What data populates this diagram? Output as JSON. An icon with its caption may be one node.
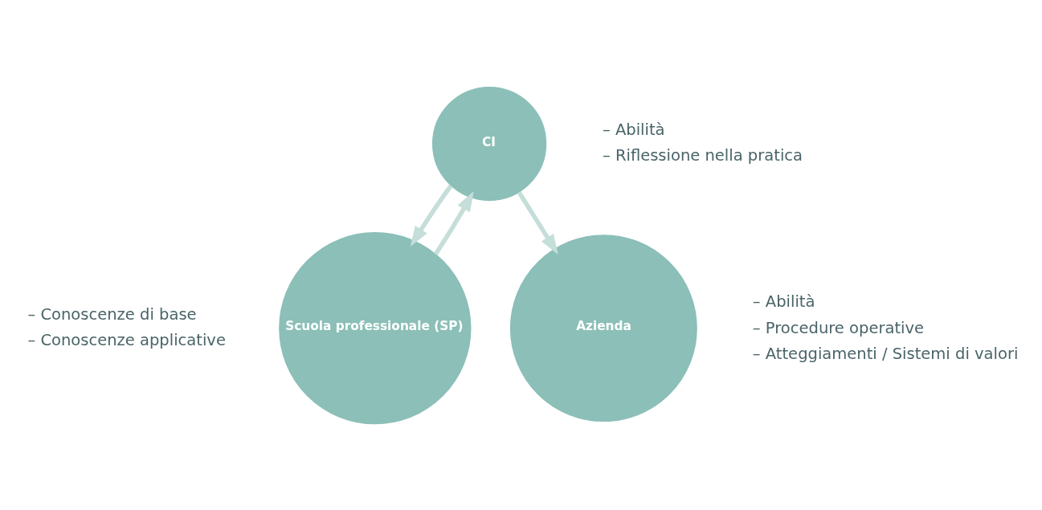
{
  "diagram": {
    "nodes": [
      {
        "text": [
          "CI"
        ],
        "beside": [
          "– Abilità",
          "– Riflessione nella pratica"
        ]
      },
      {
        "text": [
          "Scuola professionale (SP)"
        ],
        "beside": [
          "– Conoscenze di base",
          "– Conoscenze applicative"
        ]
      },
      {
        "text": [
          "Azienda"
        ],
        "beside": [
          "– Abilità",
          "– Procedure operative",
          "– Atteggiamenti / Sistemi di valori"
        ]
      }
    ],
    "edges": [
      {
        "from": 1,
        "to": 0,
        "arrow": "to"
      },
      {
        "from": 0,
        "to": 1,
        "arrow": "to"
      },
      {
        "from": 0,
        "to": 2,
        "arrow": "to"
      }
    ]
  }
}
